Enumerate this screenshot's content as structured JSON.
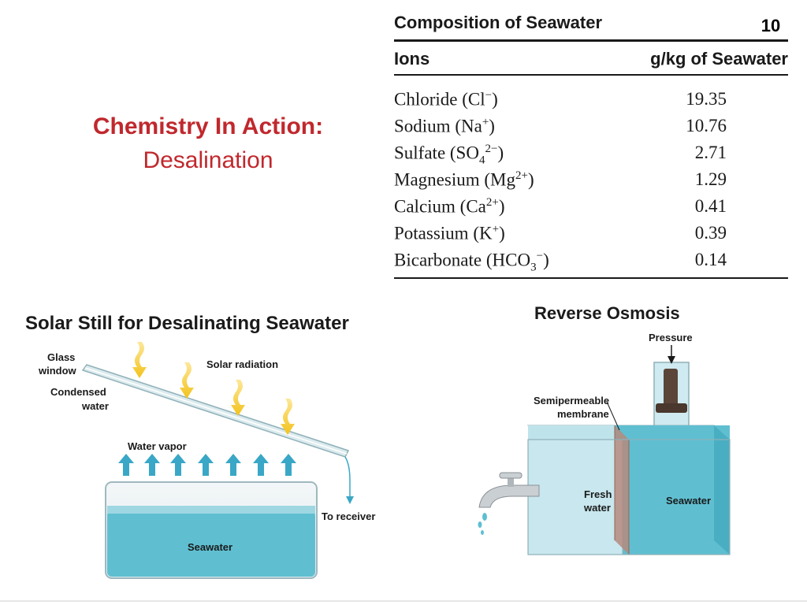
{
  "slide": {
    "page_number": "10",
    "title": "Chemistry In Action:",
    "subtitle": "Desalination"
  },
  "table": {
    "title": "Composition of Seawater",
    "col_ions": "Ions",
    "col_unit": "g/kg of Seawater",
    "rows": [
      {
        "name": "Chloride (Cl",
        "sup": "−",
        "sub": "",
        "tail": ")",
        "value": "19.35"
      },
      {
        "name": "Sodium (Na",
        "sup": "+",
        "sub": "",
        "tail": ")",
        "value": "10.76"
      },
      {
        "name": "Sulfate (SO",
        "sup": "2−",
        "sub": "4",
        "tail": ")",
        "value": "2.71"
      },
      {
        "name": "Magnesium (Mg",
        "sup": "2+",
        "sub": "",
        "tail": ")",
        "value": "1.29"
      },
      {
        "name": "Calcium (Ca",
        "sup": "2+",
        "sub": "",
        "tail": ")",
        "value": "0.41"
      },
      {
        "name": "Potassium (K",
        "sup": "+",
        "sub": "",
        "tail": ")",
        "value": "0.39"
      },
      {
        "name": "Bicarbonate (HCO",
        "sup": "−",
        "sub": "3",
        "tail": ")",
        "value": "0.14"
      }
    ]
  },
  "solar_still": {
    "heading": "Solar Still for Desalinating Seawater",
    "glass_window": [
      "Glass",
      "window"
    ],
    "solar_radiation": "Solar radiation",
    "condensed_water": [
      "Condensed",
      "water"
    ],
    "water_vapor": "Water vapor",
    "to_receiver": "To receiver",
    "seawater": "Seawater"
  },
  "reverse_osmosis": {
    "heading": "Reverse Osmosis",
    "pressure": "Pressure",
    "membrane": [
      "Semipermeable",
      "membrane"
    ],
    "fresh_water": [
      "Fresh",
      "water"
    ],
    "seawater": "Seawater"
  },
  "colors": {
    "title_red": "#c0282d",
    "water_blue": "#5fbfd1",
    "arrow_blue": "#3aa7c6",
    "sun_yellow": "#f3c21a",
    "membrane_brown": "#b58a7e"
  }
}
